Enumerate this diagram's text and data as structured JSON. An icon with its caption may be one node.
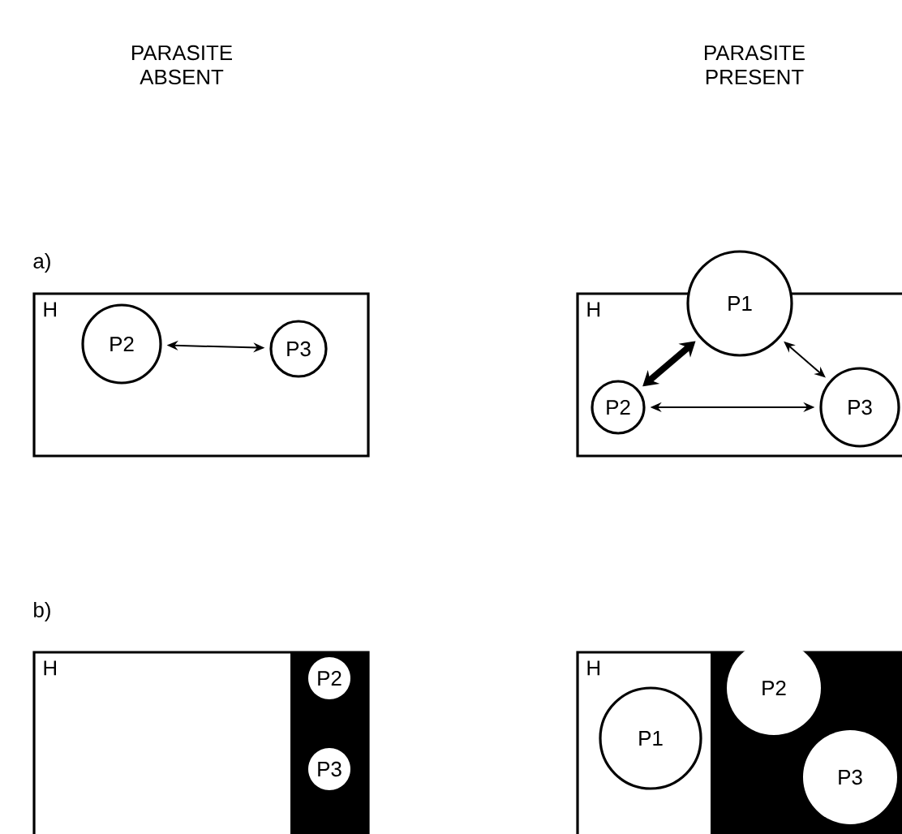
{
  "diagram": {
    "nodes": [
      {
        "text": [
          "H"
        ]
      },
      {
        "text": [
          "P2"
        ],
        "in": 0
      },
      {
        "text": [
          "P3"
        ],
        "in": 0
      },
      {
        "text": [
          "H"
        ]
      },
      {
        "text": [
          "P1"
        ]
      },
      {
        "text": [
          "P2"
        ],
        "in": 3
      },
      {
        "text": [
          "P3"
        ],
        "in": 3
      },
      {
        "text": [
          "H"
        ]
      },
      {
        "text": [
          "P2"
        ],
        "in": 7
      },
      {
        "text": [
          "P3"
        ],
        "in": 7
      },
      {
        "text": [
          "H"
        ]
      },
      {
        "text": [
          "P1"
        ],
        "in": 10
      },
      {
        "text": [
          "P2"
        ],
        "in": 10
      },
      {
        "text": [
          "P3"
        ],
        "in": 10
      }
    ],
    "edges": [
      {
        "from": 1,
        "to": 2,
        "arrow": "both"
      },
      {
        "from": 4,
        "to": 5,
        "arrow": "both",
        "style": "thick"
      },
      {
        "from": 4,
        "to": 6,
        "arrow": "both"
      },
      {
        "from": 5,
        "to": 6,
        "arrow": "both"
      }
    ],
    "labels": [
      "PARASITE ABSENT",
      "PARASITE PRESENT",
      "a)",
      "b)"
    ]
  }
}
